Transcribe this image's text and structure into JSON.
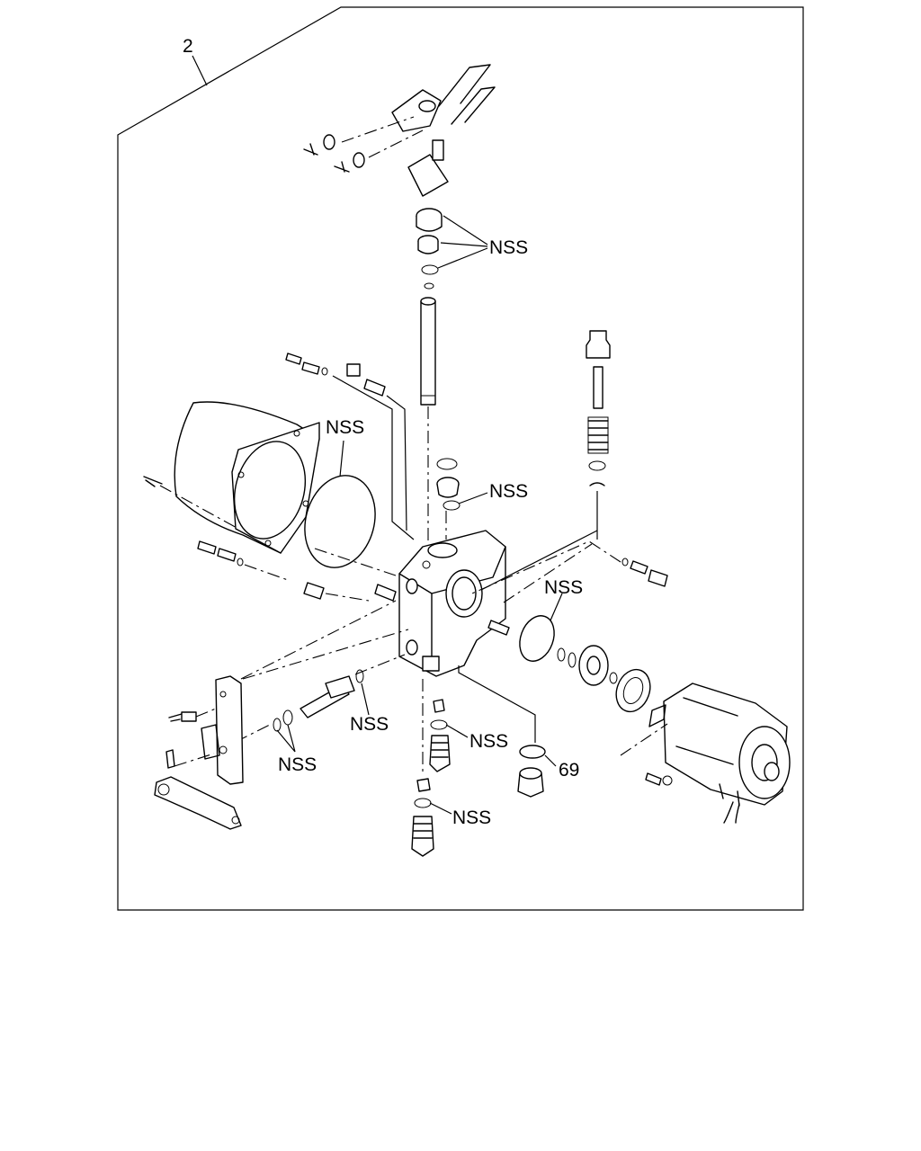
{
  "diagram": {
    "kit_number": "2",
    "nss_label": "NSS",
    "part_69_label": "69"
  }
}
